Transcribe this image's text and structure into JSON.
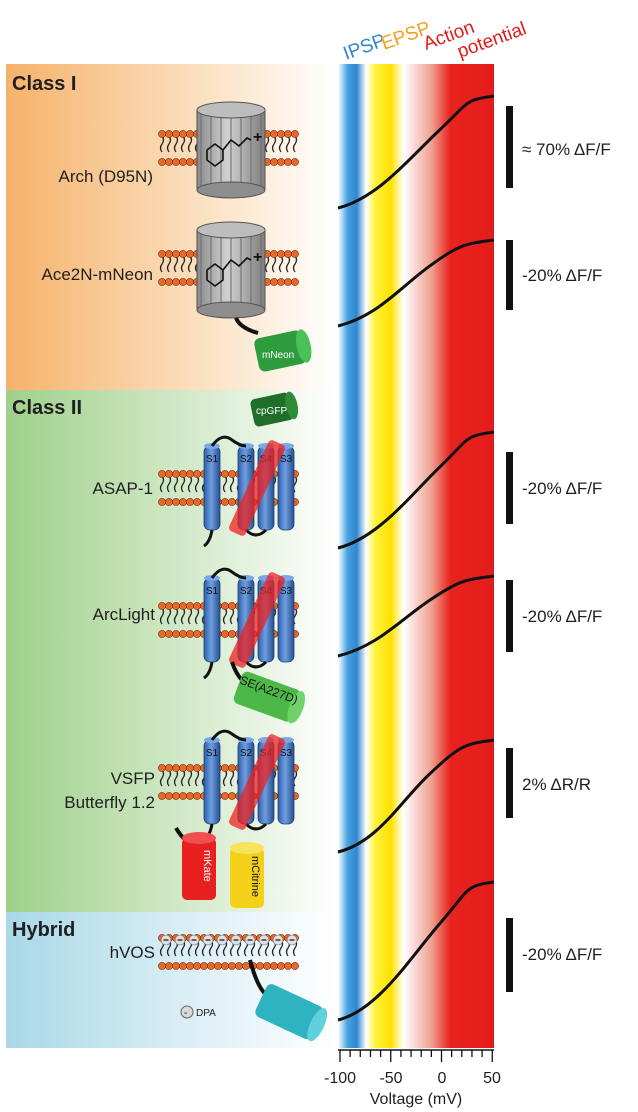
{
  "header": {
    "ipsp": "IPSP",
    "epsp": "EPSP",
    "action_line1": "Action",
    "action_line2": "potential"
  },
  "classes": [
    {
      "label": "Class I"
    },
    {
      "label": "Class II"
    },
    {
      "label": "Hybrid"
    }
  ],
  "indicators": [
    {
      "name": "Arch (D95N)",
      "signal": "≈ 70% ΔF/F"
    },
    {
      "name": "Ace2N-mNeon",
      "signal": "-20% ΔF/F",
      "tag": "mNeon"
    },
    {
      "name": "ASAP-1",
      "signal": "-20% ΔF/F",
      "tag": "cpGFP"
    },
    {
      "name": "ArcLight",
      "signal": "-20% ΔF/F",
      "tag": "SE(A227D)"
    },
    {
      "name_line1": "VSFP",
      "name_line2": "Butterfly 1.2",
      "signal": "2% ΔR/R",
      "tag1": "mKate",
      "tag2": "mCitrine"
    },
    {
      "name": "hVOS",
      "signal": "-20% ΔF/F",
      "legend": "DPA"
    }
  ],
  "segments": [
    "S1",
    "S2",
    "S4",
    "S3"
  ],
  "axis": {
    "label": "Voltage (mV)",
    "ticks": [
      "-100",
      "-50",
      "0",
      "50"
    ]
  }
}
